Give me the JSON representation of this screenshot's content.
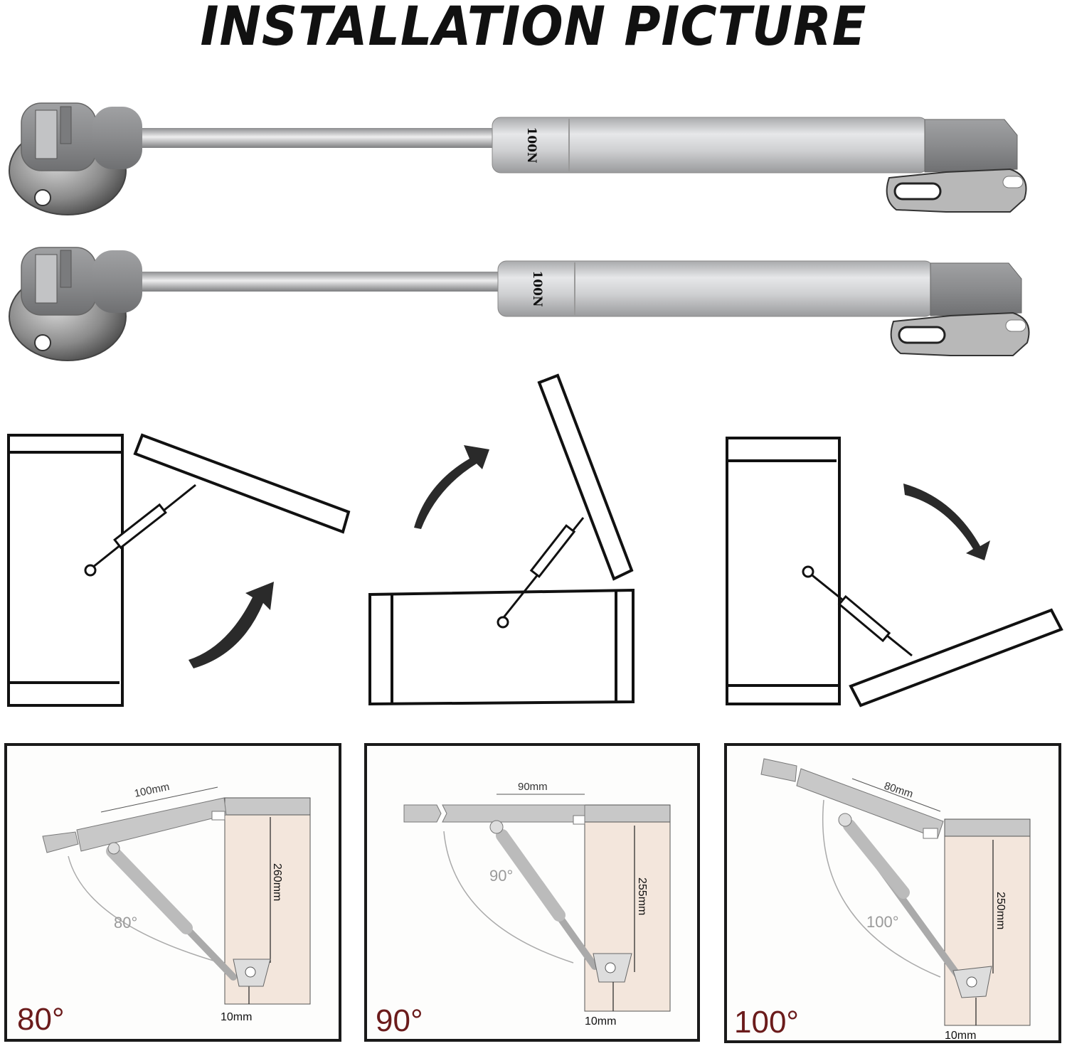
{
  "header": {
    "title": "INSTALLATION PICTURE"
  },
  "product": {
    "struts": [
      {
        "force_label": "100N"
      },
      {
        "force_label": "100N"
      }
    ],
    "colors": {
      "cylinder": "#c9cacc",
      "end_caps": "#8e8f91",
      "rod": "#b9babc",
      "bracket": "#a8a8a8"
    }
  },
  "sketches": [
    {
      "id": "open-side",
      "arrow_direction": "up-right"
    },
    {
      "id": "open-top",
      "arrow_direction": "up-right"
    },
    {
      "id": "close-side",
      "arrow_direction": "down-right"
    }
  ],
  "technical_panels": [
    {
      "angle_label": "80°",
      "arc_label": "80°",
      "lid_offset": "100mm",
      "height": "260mm",
      "inset": "10mm"
    },
    {
      "angle_label": "90°",
      "arc_label": "90°",
      "lid_offset": "90mm",
      "height": "255mm",
      "inset": "10mm"
    },
    {
      "angle_label": "100°",
      "arc_label": "100°",
      "lid_offset": "80mm",
      "height": "250mm",
      "inset": "10mm"
    }
  ],
  "colors": {
    "angle_label": "#6b1b1b",
    "cabinet_side": "#f3e6dc",
    "lid_gray": "#c8c8c8",
    "panel_border": "#1a1a1a"
  }
}
